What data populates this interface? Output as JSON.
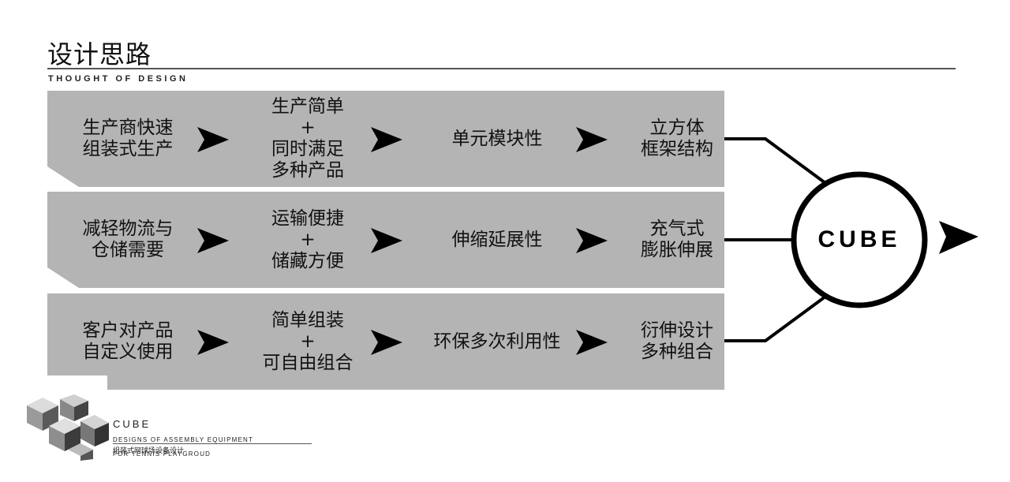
{
  "header": {
    "title": "设计思路",
    "subtitle": "THOUGHT OF DESIGN"
  },
  "rows": [
    {
      "source": "生产商快速\n组装式生产",
      "approach": "生产简单\n+\n同时满足\n多种产品",
      "property": "单元模块性",
      "solution": "立方体\n框架结构"
    },
    {
      "source": "减轻物流与\n仓储需要",
      "approach": "运输便捷\n+\n储藏方便",
      "property": "伸缩延展性",
      "solution": "充气式\n膨胀伸展"
    },
    {
      "source": "客户对产品\n自定义使用",
      "approach": "简单组装\n+\n可自由组合",
      "property": "环保多次利用性",
      "solution": "衍伸设计\n多种组合"
    }
  ],
  "hub": {
    "label": "CUBE"
  },
  "logo": {
    "name": "CUBE",
    "line1": "DESIGNS OF ASSEMBLY EQUIPMENT",
    "line2": "FOR TENNIS PLAYGROUD",
    "chinese": "组装式网球场设备设计"
  },
  "colors": {
    "row_fill": "#b4b4b4",
    "ink": "#111111"
  },
  "icons": [
    "arrow-right-icon",
    "cube-logo-icon"
  ]
}
